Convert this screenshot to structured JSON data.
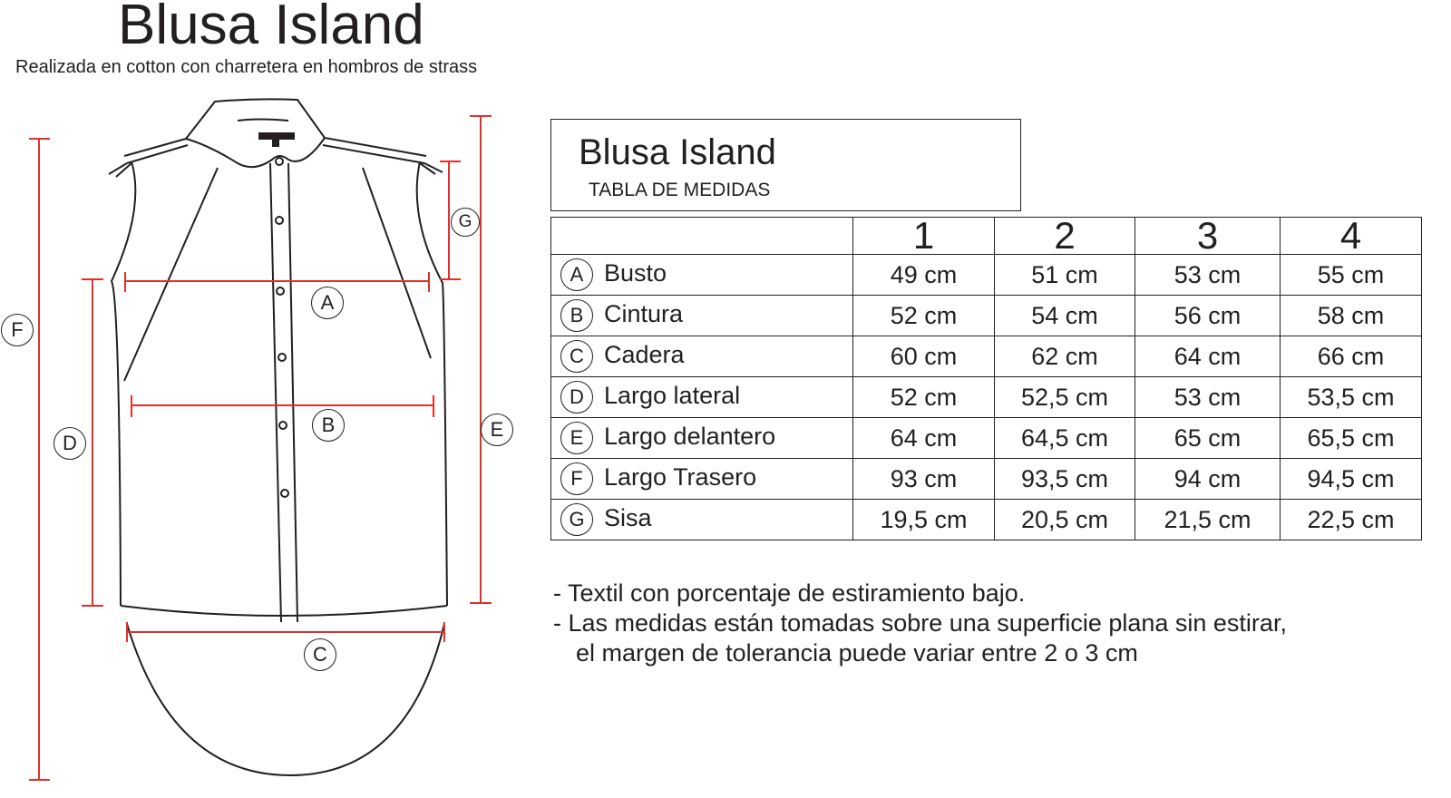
{
  "title": "Blusa Island",
  "subtitle": "Realizada en cotton con charretera en hombros de strass",
  "diagram_labels": {
    "A": "A",
    "B": "B",
    "C": "C",
    "D": "D",
    "E": "E",
    "F": "F",
    "G": "G"
  },
  "table_box": {
    "title": "Blusa Island",
    "subtitle": "TABLA DE MEDIDAS"
  },
  "table": {
    "sizes": [
      "1",
      "2",
      "3",
      "4"
    ],
    "rows": [
      {
        "letter": "A",
        "name": "Busto",
        "values": [
          "49 cm",
          "51 cm",
          "53 cm",
          "55 cm"
        ]
      },
      {
        "letter": "B",
        "name": "Cintura",
        "values": [
          "52 cm",
          "54 cm",
          "56 cm",
          "58 cm"
        ]
      },
      {
        "letter": "C",
        "name": "Cadera",
        "values": [
          "60 cm",
          "62 cm",
          "64 cm",
          "66 cm"
        ]
      },
      {
        "letter": "D",
        "name": "Largo lateral",
        "values": [
          "52 cm",
          "52,5 cm",
          "53 cm",
          "53,5 cm"
        ]
      },
      {
        "letter": "E",
        "name": "Largo delantero",
        "values": [
          "64 cm",
          "64,5 cm",
          "65 cm",
          "65,5 cm"
        ]
      },
      {
        "letter": "F",
        "name": "Largo Trasero",
        "values": [
          "93 cm",
          "93,5 cm",
          "94 cm",
          "94,5 cm"
        ]
      },
      {
        "letter": "G",
        "name": "Sisa",
        "values": [
          "19,5 cm",
          "20,5 cm",
          "21,5 cm",
          "22,5 cm"
        ]
      }
    ]
  },
  "notes": [
    "- Textil con porcentaje de estiramiento bajo.",
    "- Las medidas están tomadas sobre una superficie plana sin estirar,",
    "el margen de tolerancia puede variar entre 2 o 3 cm"
  ],
  "colors": {
    "measure_line": "#e0302a",
    "ink": "#231f20"
  }
}
